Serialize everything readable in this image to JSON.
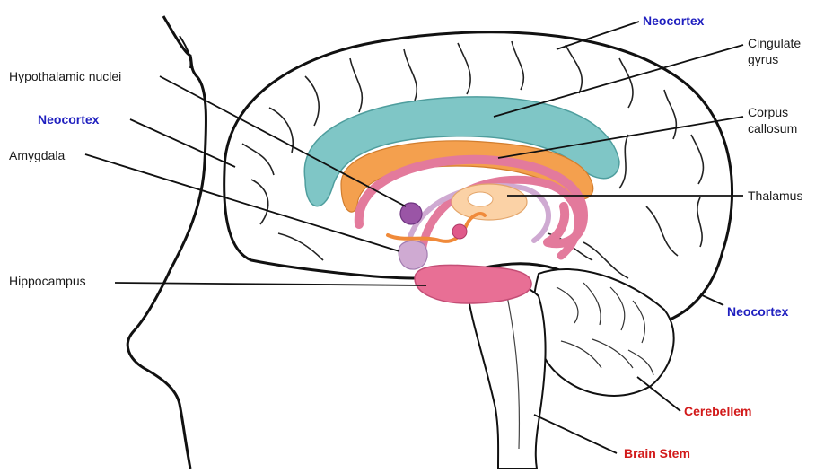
{
  "labels": {
    "neocortex_top": "Neocortex",
    "cingulate_gyrus_1": "Cingulate",
    "cingulate_gyrus_2": "gyrus",
    "hypothalamic_nuclei": "Hypothalamic nuclei",
    "neocortex_left": "Neocortex",
    "corpus_callosum_1": "Corpus",
    "corpus_callosum_2": "callosum",
    "amygdala": "Amygdala",
    "thalamus": "Thalamus",
    "hippocampus": "Hippocampus",
    "neocortex_right": "Neocortex",
    "cerebellem": "Cerebellem",
    "brain_stem": "Brain Stem"
  },
  "colors": {
    "cingulate": "#7fc6c6",
    "corpus_callosum": "#f4a04e",
    "fornix_pink": "#e37a9c",
    "hippocampus": "#e86f95",
    "lavender": "#cfaad2",
    "thalamus_peach": "#fbd2a6",
    "hypothalamic_purple": "#9a55a6",
    "label_blue": "#1f1fbf",
    "label_red": "#d21a1a"
  }
}
